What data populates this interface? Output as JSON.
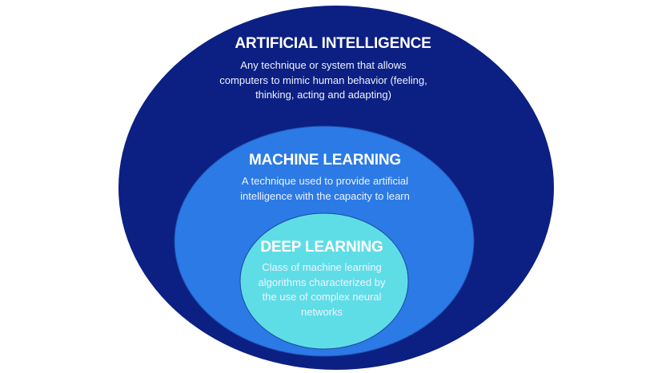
{
  "colors": {
    "ai": "#0c1f82",
    "ml": "#2b7ae6",
    "dl": "#5fdde6",
    "text": "#ffffff"
  },
  "ai": {
    "title": "ARTIFICIAL INTELLIGENCE",
    "lines": [
      "Any technique or system that allows",
      "computers to mimic human behavior (feeling,",
      "thinking, acting and adapting)"
    ]
  },
  "ml": {
    "title": "MACHINE LEARNING",
    "lines": [
      "A technique used to provide artificial",
      "intelligence with the capacity to learn"
    ]
  },
  "dl": {
    "title": "DEEP LEARNING",
    "lines": [
      "Class of machine learning",
      "algorithms characterized by",
      "the use of complex neural",
      "networks"
    ]
  }
}
